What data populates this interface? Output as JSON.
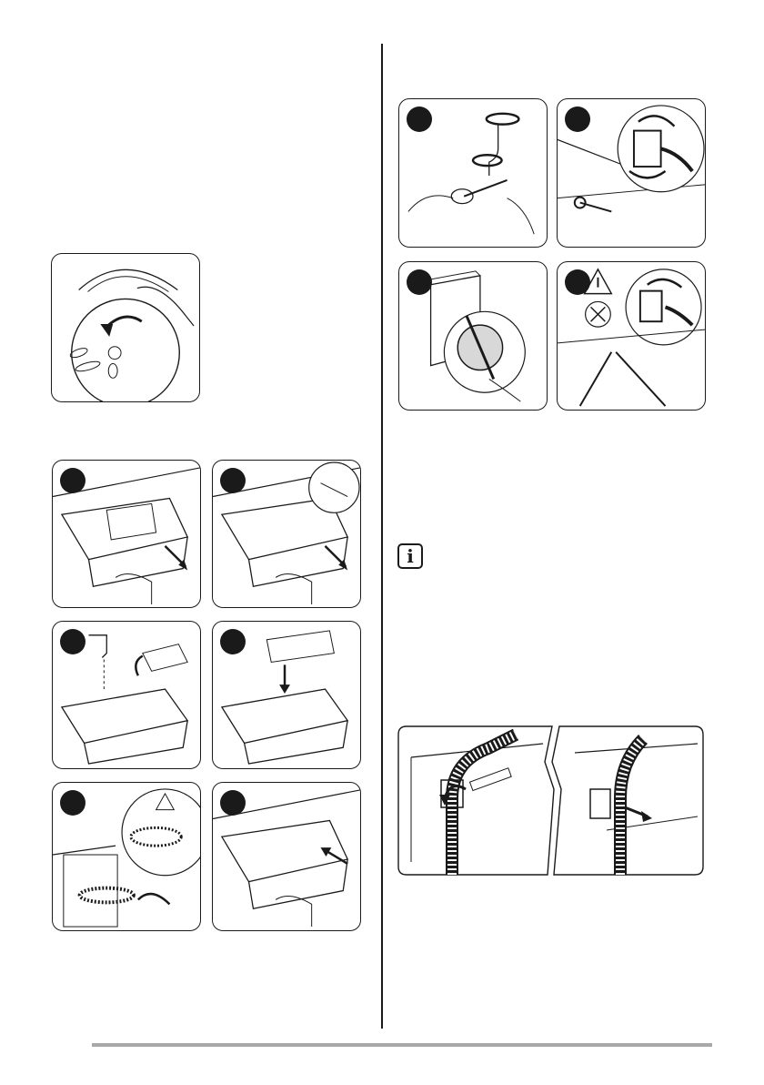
{
  "page": {
    "background": "#ffffff",
    "ink_color": "#1a1a1a",
    "rule_color": "#a8a8a8"
  },
  "left_column": {
    "door_seal_figure": {
      "icon": "door-seal-cleaning-illustration"
    },
    "dispenser_steps": [
      {
        "step": 1,
        "icon": "dispenser-pull-out-illustration"
      },
      {
        "step": 2,
        "icon": "dispenser-release-catch-illustration"
      },
      {
        "step": 3,
        "icon": "dispenser-rinse-under-tap-illustration"
      },
      {
        "step": 4,
        "icon": "dispenser-refit-insert-illustration"
      },
      {
        "step": 5,
        "icon": "dispenser-recess-brush-illustration"
      },
      {
        "step": 6,
        "icon": "dispenser-push-in-illustration"
      }
    ]
  },
  "right_column": {
    "inlet_filter_steps": [
      {
        "step": 1,
        "icon": "tap-filter-brush-illustration"
      },
      {
        "step": 2,
        "icon": "hose-unscrew-illustration"
      },
      {
        "step": 3,
        "icon": "machine-filter-clean-illustration"
      },
      {
        "step": 4,
        "icon": "hose-retighten-warning-illustration"
      }
    ],
    "info_icon": {
      "icon": "info-icon",
      "glyph": "i"
    },
    "drain_hose_figure": {
      "icon": "drain-hose-unhook-illustration"
    }
  }
}
